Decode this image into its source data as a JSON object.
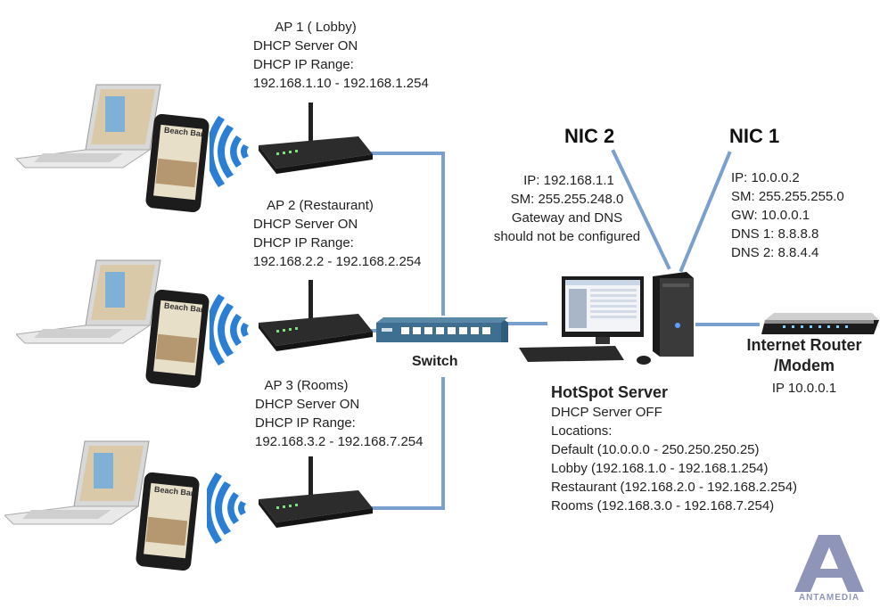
{
  "colors": {
    "wire": "#7aa0cf",
    "wifi": "#2a7fd4",
    "logo": "#8e95b8"
  },
  "access_points": [
    {
      "title": "AP 1 ( Lobby)",
      "dhcp": "DHCP Server ON",
      "range_label": "DHCP IP Range:",
      "range": "192.168.1.10 - 192.168.1.254"
    },
    {
      "title": "AP 2 (Restaurant)",
      "dhcp": "DHCP Server ON",
      "range_label": "DHCP IP Range:",
      "range": "192.168.2.2 - 192.168.2.254"
    },
    {
      "title": "AP 3 (Rooms)",
      "dhcp": "DHCP Server ON",
      "range_label": "DHCP IP Range:",
      "range": "192.168.3.2 - 192.168.7.254"
    }
  ],
  "device_screen_text": "Beach Bar",
  "switch": {
    "label": "Switch"
  },
  "nic2": {
    "title": "NIC 2",
    "ip": "IP: 192.168.1.1",
    "sm": "SM: 255.255.248.0",
    "note1": "Gateway and DNS",
    "note2": "should not be configured"
  },
  "nic1": {
    "title": "NIC 1",
    "ip": "IP: 10.0.0.2",
    "sm": "SM: 255.255.255.0",
    "gw": "GW: 10.0.0.1",
    "dns1": "DNS 1: 8.8.8.8",
    "dns2": "DNS 2: 8.8.4.4"
  },
  "router": {
    "line1": "Internet Router",
    "line2": "/Modem",
    "ip": "IP 10.0.0.1"
  },
  "server": {
    "title": "HotSpot Server",
    "dhcp": "DHCP Server OFF",
    "locations_label": "Locations:",
    "locations": [
      "Default (10.0.0.0 - 250.250.250.25)",
      "Lobby (192.168.1.0 - 192.168.1.254)",
      "Restaurant (192.168.2.0 - 192.168.2.254)",
      "Rooms (192.168.3.0 - 192.168.7.254)"
    ]
  },
  "logo": {
    "text": "ANTAMEDIA"
  }
}
